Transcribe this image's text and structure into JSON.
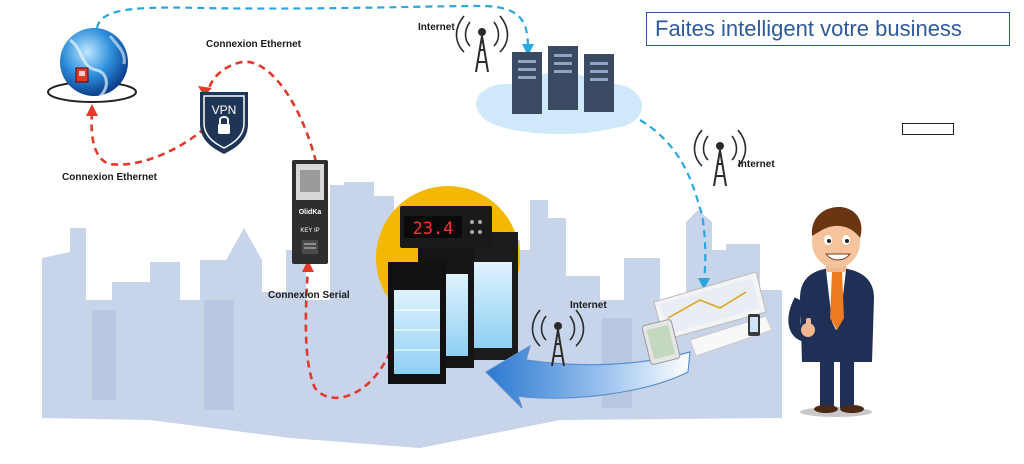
{
  "title": "Faites intelligent votre business",
  "labels": {
    "ethernet_top": "Connexion Ethernet",
    "ethernet_left": "Connexion Ethernet",
    "serial": "Connexion Serial",
    "internet_top": "Internet",
    "internet_right": "Internet",
    "internet_bottom": "Internet"
  },
  "vpn_text": "VPN",
  "device": {
    "brand": "OlidKa",
    "model": "KEY IP"
  },
  "display_reading": "23.4",
  "colors": {
    "skyline": "#c7d4ea",
    "ethernet_link": "#e23a2a",
    "internet_link": "#2aa7df",
    "title": "#2e5a9c",
    "server": "#3a4a63",
    "vpn_shield": "#1f3556",
    "suit": "#1f2f55",
    "tie": "#f07a1f",
    "highlight_circle": "#f5b800"
  }
}
